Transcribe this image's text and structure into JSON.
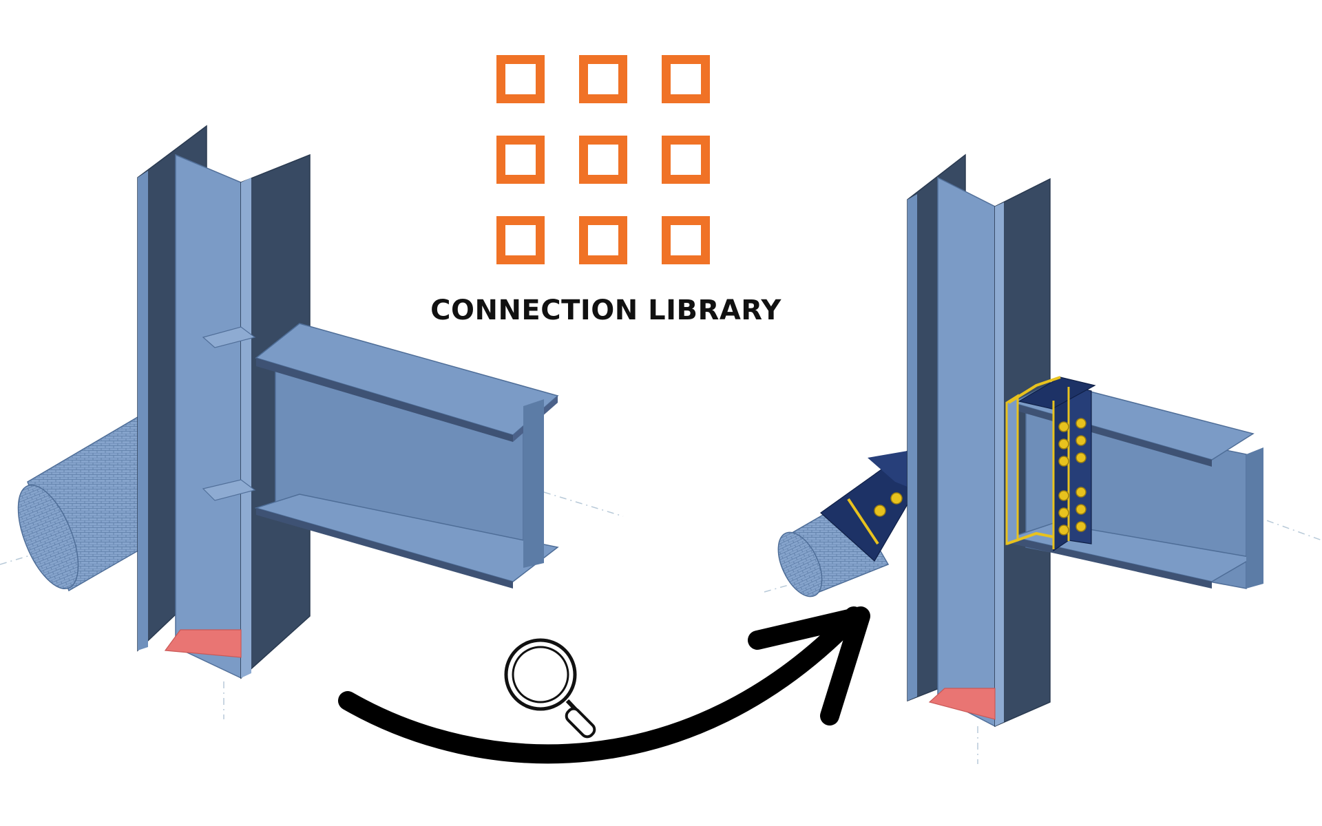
{
  "library": {
    "title": "CONNECTION LIBRARY",
    "icon_name": "connection-library-grid-icon",
    "grid_rows": 3,
    "grid_cols": 3,
    "accent_color": "#F07226"
  },
  "search": {
    "icon_name": "magnifier-icon"
  },
  "arrow": {
    "icon_name": "curved-arrow-icon",
    "color": "#000000"
  },
  "colors": {
    "steel_face": "#7B9BC6",
    "steel_dark": "#384A63",
    "steel_mid": "#5E7FA9",
    "plate_navy": "#1D3266",
    "bolt_yellow": "#E8C21E",
    "base_plate_red": "#E97573"
  },
  "assemblies": [
    {
      "name": "unconnected-joint",
      "state": "before"
    },
    {
      "name": "connected-joint",
      "state": "after"
    }
  ]
}
